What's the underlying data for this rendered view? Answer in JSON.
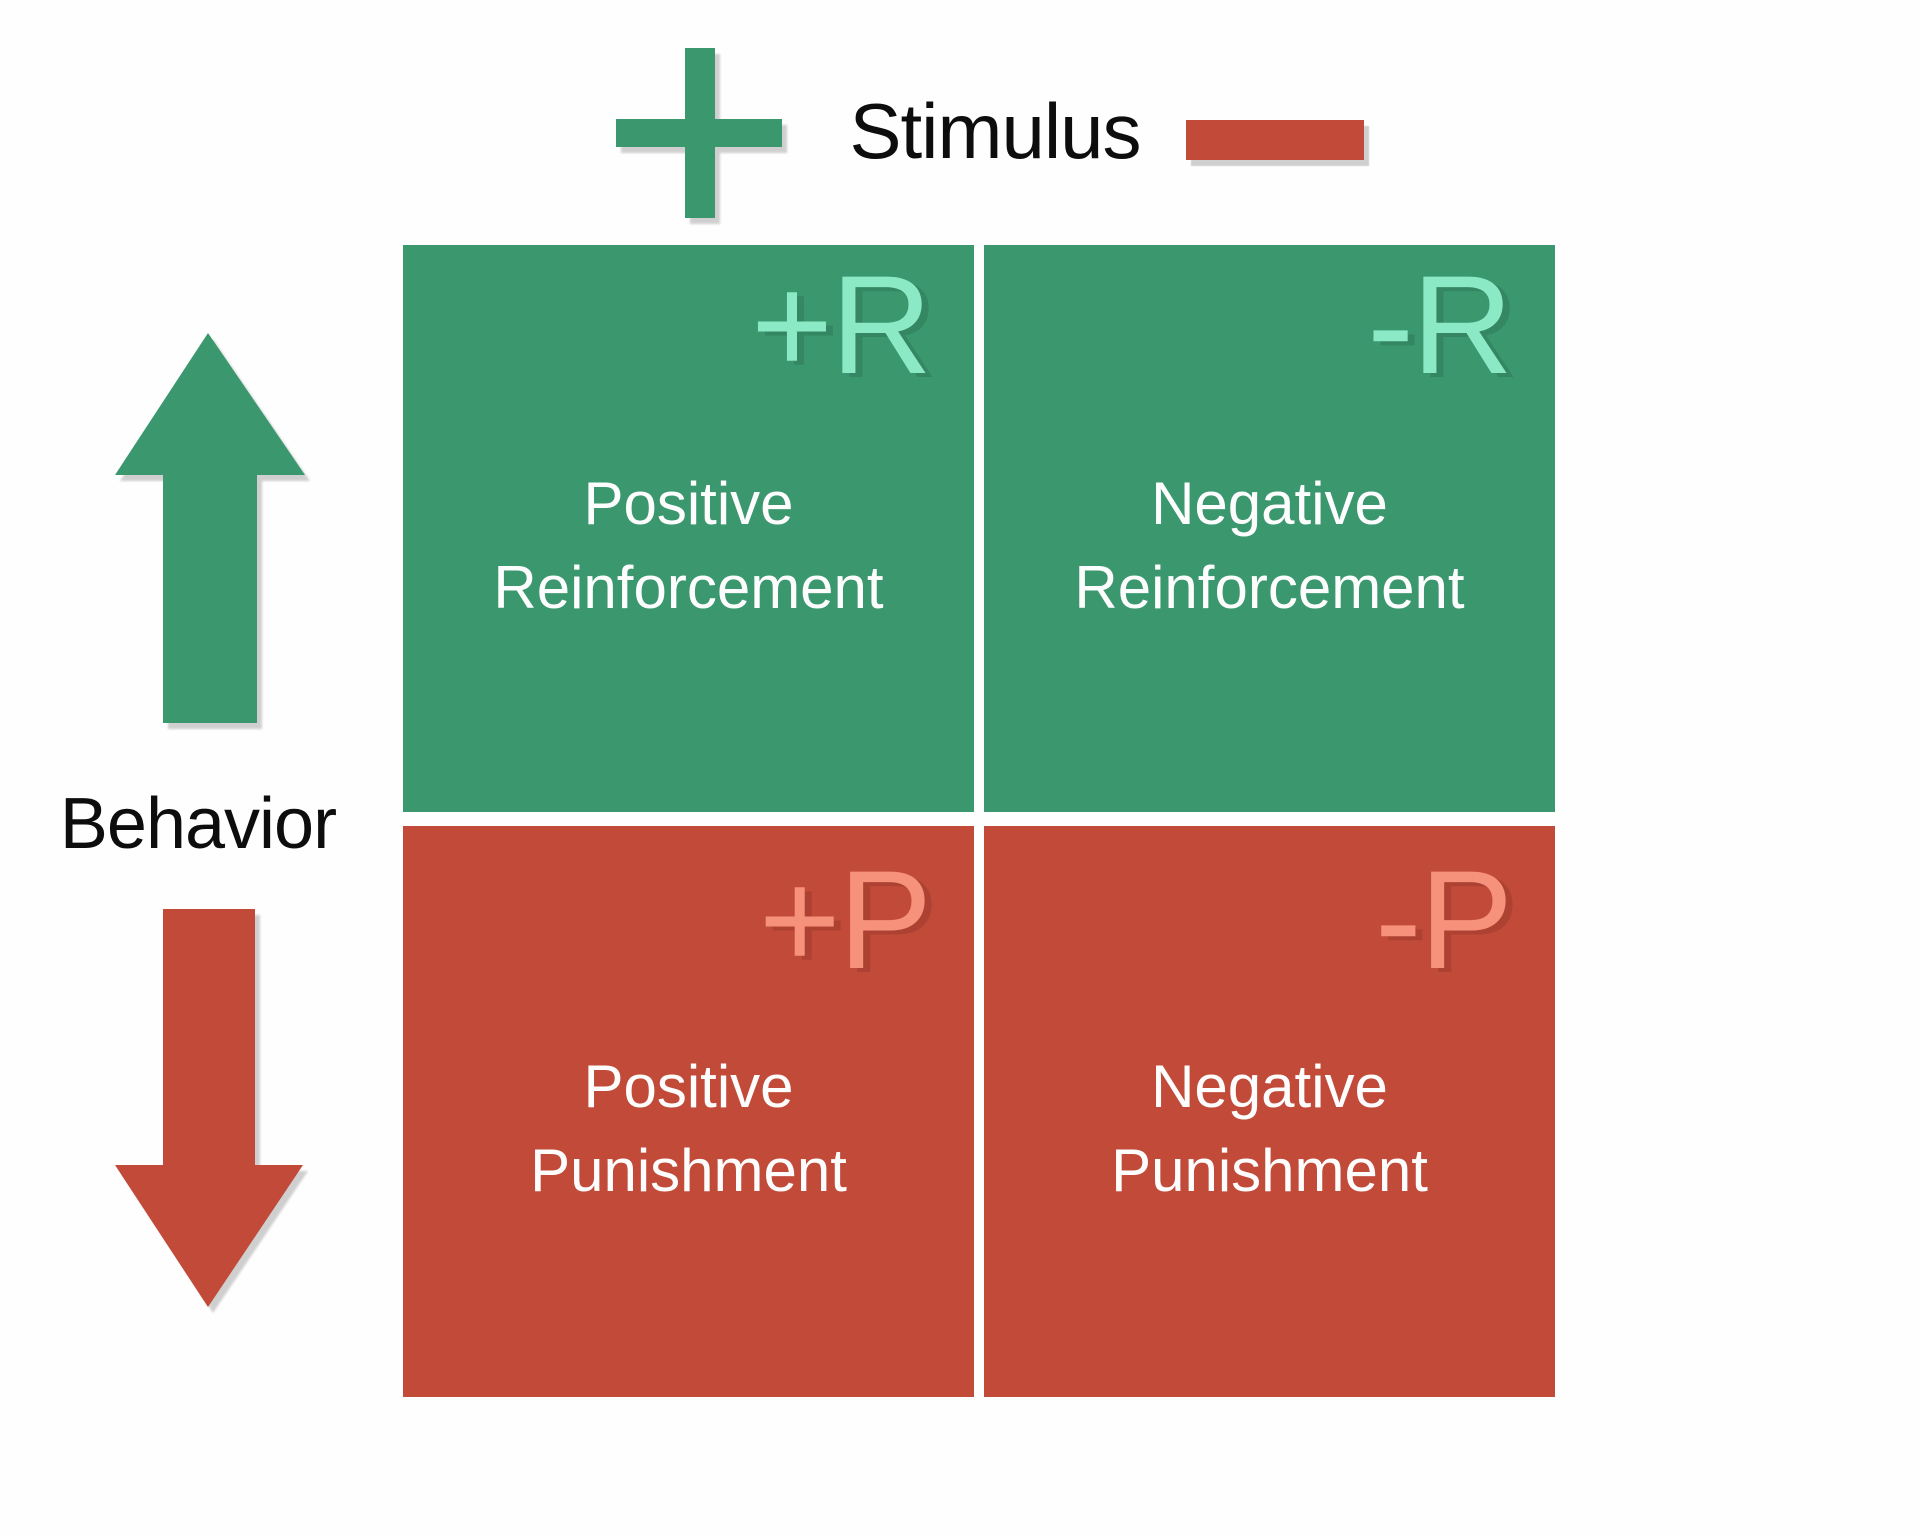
{
  "header": {
    "label": "Stimulus",
    "plus_icon": "plus-sign",
    "minus_icon": "minus-sign"
  },
  "side": {
    "label": "Behavior",
    "up_icon": "up-arrow",
    "down_icon": "down-arrow"
  },
  "quadrants": [
    {
      "id": "positive-reinforcement",
      "code": "+R",
      "line1": "Positive",
      "line2": "Reinforcement",
      "bg": "#3a976e",
      "code_color": "#8beac5"
    },
    {
      "id": "negative-reinforcement",
      "code": "-R",
      "line1": "Negative",
      "line2": "Reinforcement",
      "bg": "#3a976e",
      "code_color": "#8beac5"
    },
    {
      "id": "positive-punishment",
      "code": "+P",
      "line1": "Positive",
      "line2": "Punishment",
      "bg": "#c14a39",
      "code_color": "#f6917b"
    },
    {
      "id": "negative-punishment",
      "code": "-P",
      "line1": "Negative",
      "line2": "Punishment",
      "bg": "#c14a39",
      "code_color": "#f6917b"
    }
  ],
  "colors": {
    "green": "#3a976e",
    "red": "#c14a39",
    "mint": "#8beac5",
    "salmon": "#f6917b",
    "label_text": "#fdfdfd",
    "axis_text": "#0d0d0d"
  }
}
